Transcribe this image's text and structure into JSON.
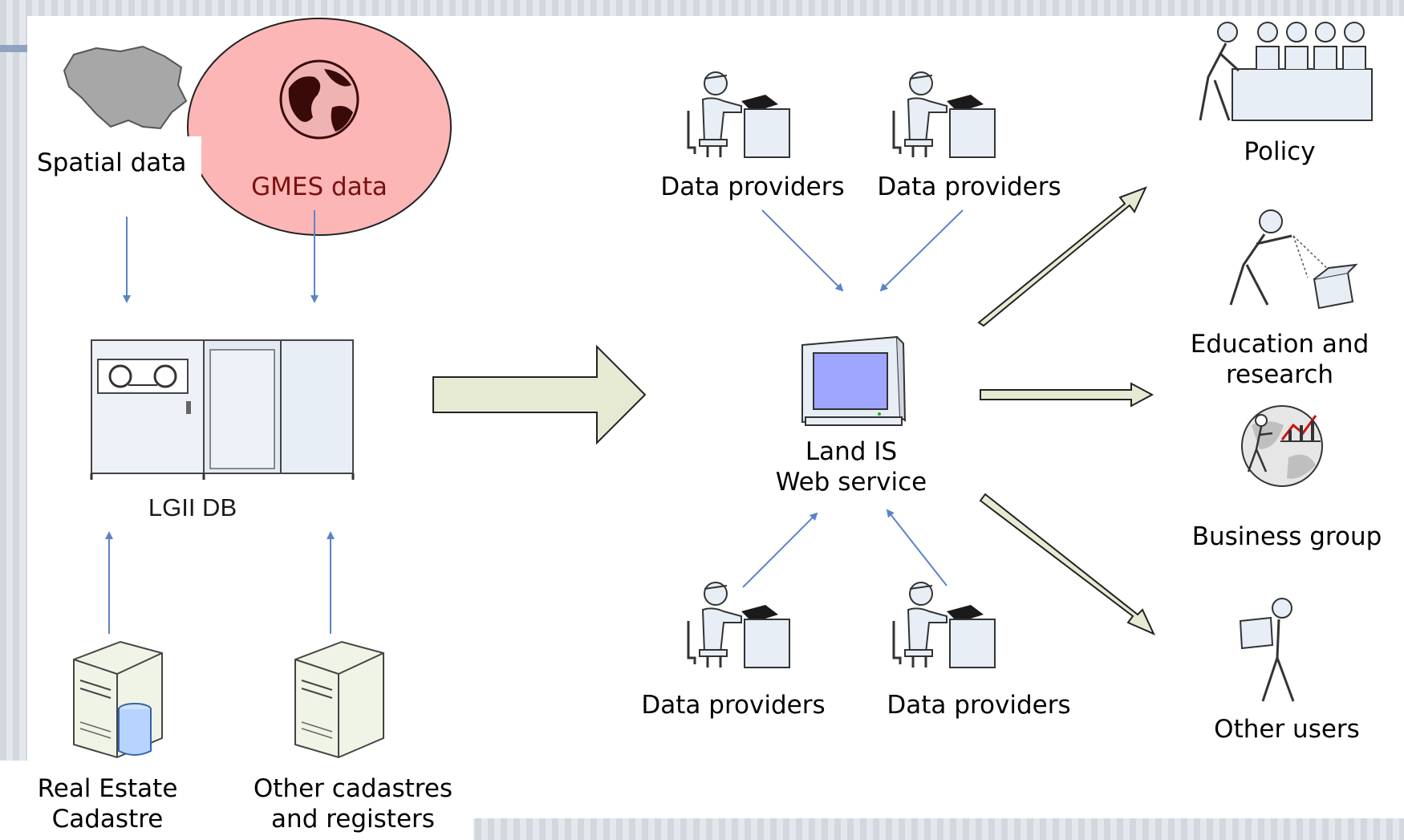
{
  "colors": {
    "background_stripe": "#ced4dc",
    "highlight_fill": "#fcb6b6",
    "highlight_text": "#7a1010",
    "thin_arrow": "#5b84c8",
    "big_arrow_fill": "#e6ead2",
    "icon_fill": "#e8eef6",
    "icon_stroke": "#333333",
    "screen": "#9fa6ff"
  },
  "sources": {
    "spatial": "Spatial data",
    "gmes": "GMES data"
  },
  "database": {
    "label": "LGII DB"
  },
  "registries": {
    "real_estate_line1": "Real Estate",
    "real_estate_line2": "Cadastre",
    "other_line1": "Other cadastres",
    "other_line2": "and registers"
  },
  "providers": {
    "top_left": "Data providers",
    "top_right": "Data providers",
    "bottom_left": "Data providers",
    "bottom_right": "Data providers"
  },
  "service": {
    "line1": "Land IS",
    "line2": "Web service"
  },
  "users": {
    "policy": "Policy",
    "education_line1": "Education and",
    "education_line2": "research",
    "business": "Business group",
    "other": "Other users"
  },
  "icons": [
    "lithuania-map-icon",
    "globe-icon",
    "server-rack-icon",
    "tower-server-icon",
    "tower-server-database-icon",
    "person-at-desk-icon",
    "computer-monitor-icon",
    "presenter-audience-icon",
    "person-feeding-box-icon",
    "globe-chart-person-icon",
    "person-carrying-box-icon"
  ]
}
